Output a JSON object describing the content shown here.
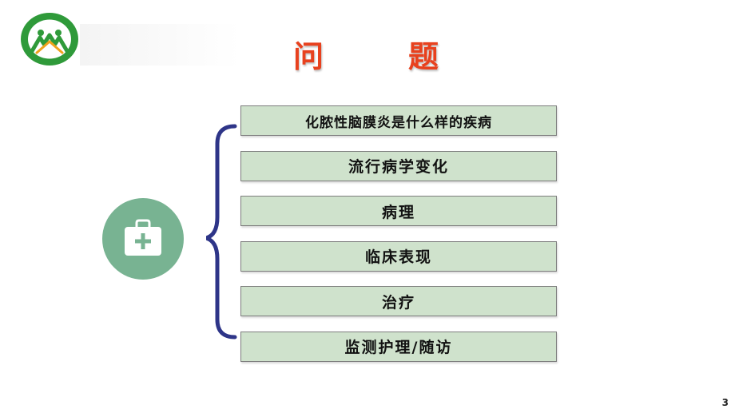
{
  "header": {
    "title": "问　题"
  },
  "topics": [
    {
      "label": "化脓性脑膜炎是什么样的疾病"
    },
    {
      "label": "流行病学变化"
    },
    {
      "label": "病理"
    },
    {
      "label": "临床表现"
    },
    {
      "label": "治疗"
    },
    {
      "label": "监测护理/随访"
    }
  ],
  "icons": {
    "logo": "hospital-logo-icon",
    "medical": "medical-kit-icon"
  },
  "colors": {
    "title": "#e8411e",
    "item_fill": "#cfe2cc",
    "bracket": "#2e3588",
    "circle": "#78b392",
    "logo_green": "#2f9a3a"
  },
  "footer": {
    "page_number": "3"
  }
}
